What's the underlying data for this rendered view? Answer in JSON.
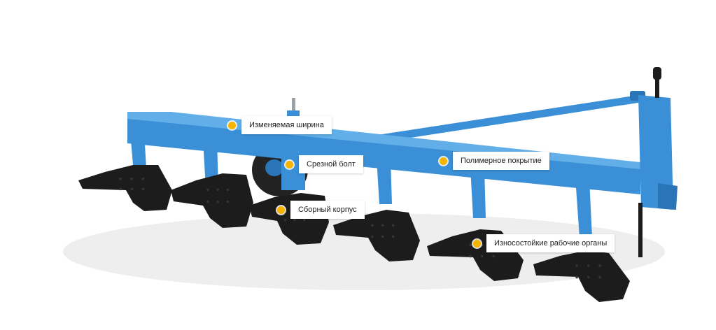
{
  "colors": {
    "frame": "#3a8fd6",
    "frame_dark": "#2a74b8",
    "frame_light": "#62aee8",
    "share": "#1c1c1c",
    "share_light": "#343434",
    "wheel": "#222222",
    "hotspot": "#f5b400"
  },
  "hotspots": [
    {
      "label": "Изменяемая ширина"
    },
    {
      "label": "Срезной болт"
    },
    {
      "label": "Полимерное покрытие"
    },
    {
      "label": "Сборный корпус"
    },
    {
      "label": "Износостойкие рабочие органы"
    }
  ]
}
